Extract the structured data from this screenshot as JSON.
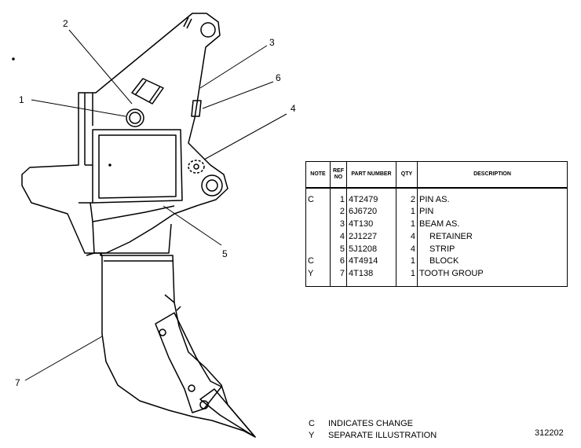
{
  "table": {
    "headers": {
      "note": "NOTE",
      "ref_no": "REF NO",
      "part_number": "PART NUMBER",
      "qty": "QTY",
      "description": "DESCRIPTION"
    },
    "rows": [
      {
        "note": "C",
        "ref": "1",
        "part": "4T2479",
        "qty": "2",
        "desc": "PIN AS.",
        "indent": false
      },
      {
        "note": "",
        "ref": "2",
        "part": "6J6720",
        "qty": "1",
        "desc": "PIN",
        "indent": false
      },
      {
        "note": "",
        "ref": "3",
        "part": "4T130",
        "qty": "1",
        "desc": "BEAM AS.",
        "indent": false
      },
      {
        "note": "",
        "ref": "4",
        "part": "2J1227",
        "qty": "4",
        "desc": "RETAINER",
        "indent": true
      },
      {
        "note": "",
        "ref": "5",
        "part": "5J1208",
        "qty": "4",
        "desc": "STRIP",
        "indent": true
      },
      {
        "note": "C",
        "ref": "6",
        "part": "4T4914",
        "qty": "1",
        "desc": "BLOCK",
        "indent": true
      },
      {
        "note": "Y",
        "ref": "7",
        "part": "4T138",
        "qty": "1",
        "desc": "TOOTH GROUP",
        "indent": false
      }
    ]
  },
  "callouts": [
    "1",
    "2",
    "3",
    "4",
    "5",
    "6",
    "7"
  ],
  "legend": [
    {
      "code": "C",
      "text": "INDICATES CHANGE"
    },
    {
      "code": "Y",
      "text": "SEPARATE ILLUSTRATION"
    }
  ],
  "figure_number": "312202"
}
